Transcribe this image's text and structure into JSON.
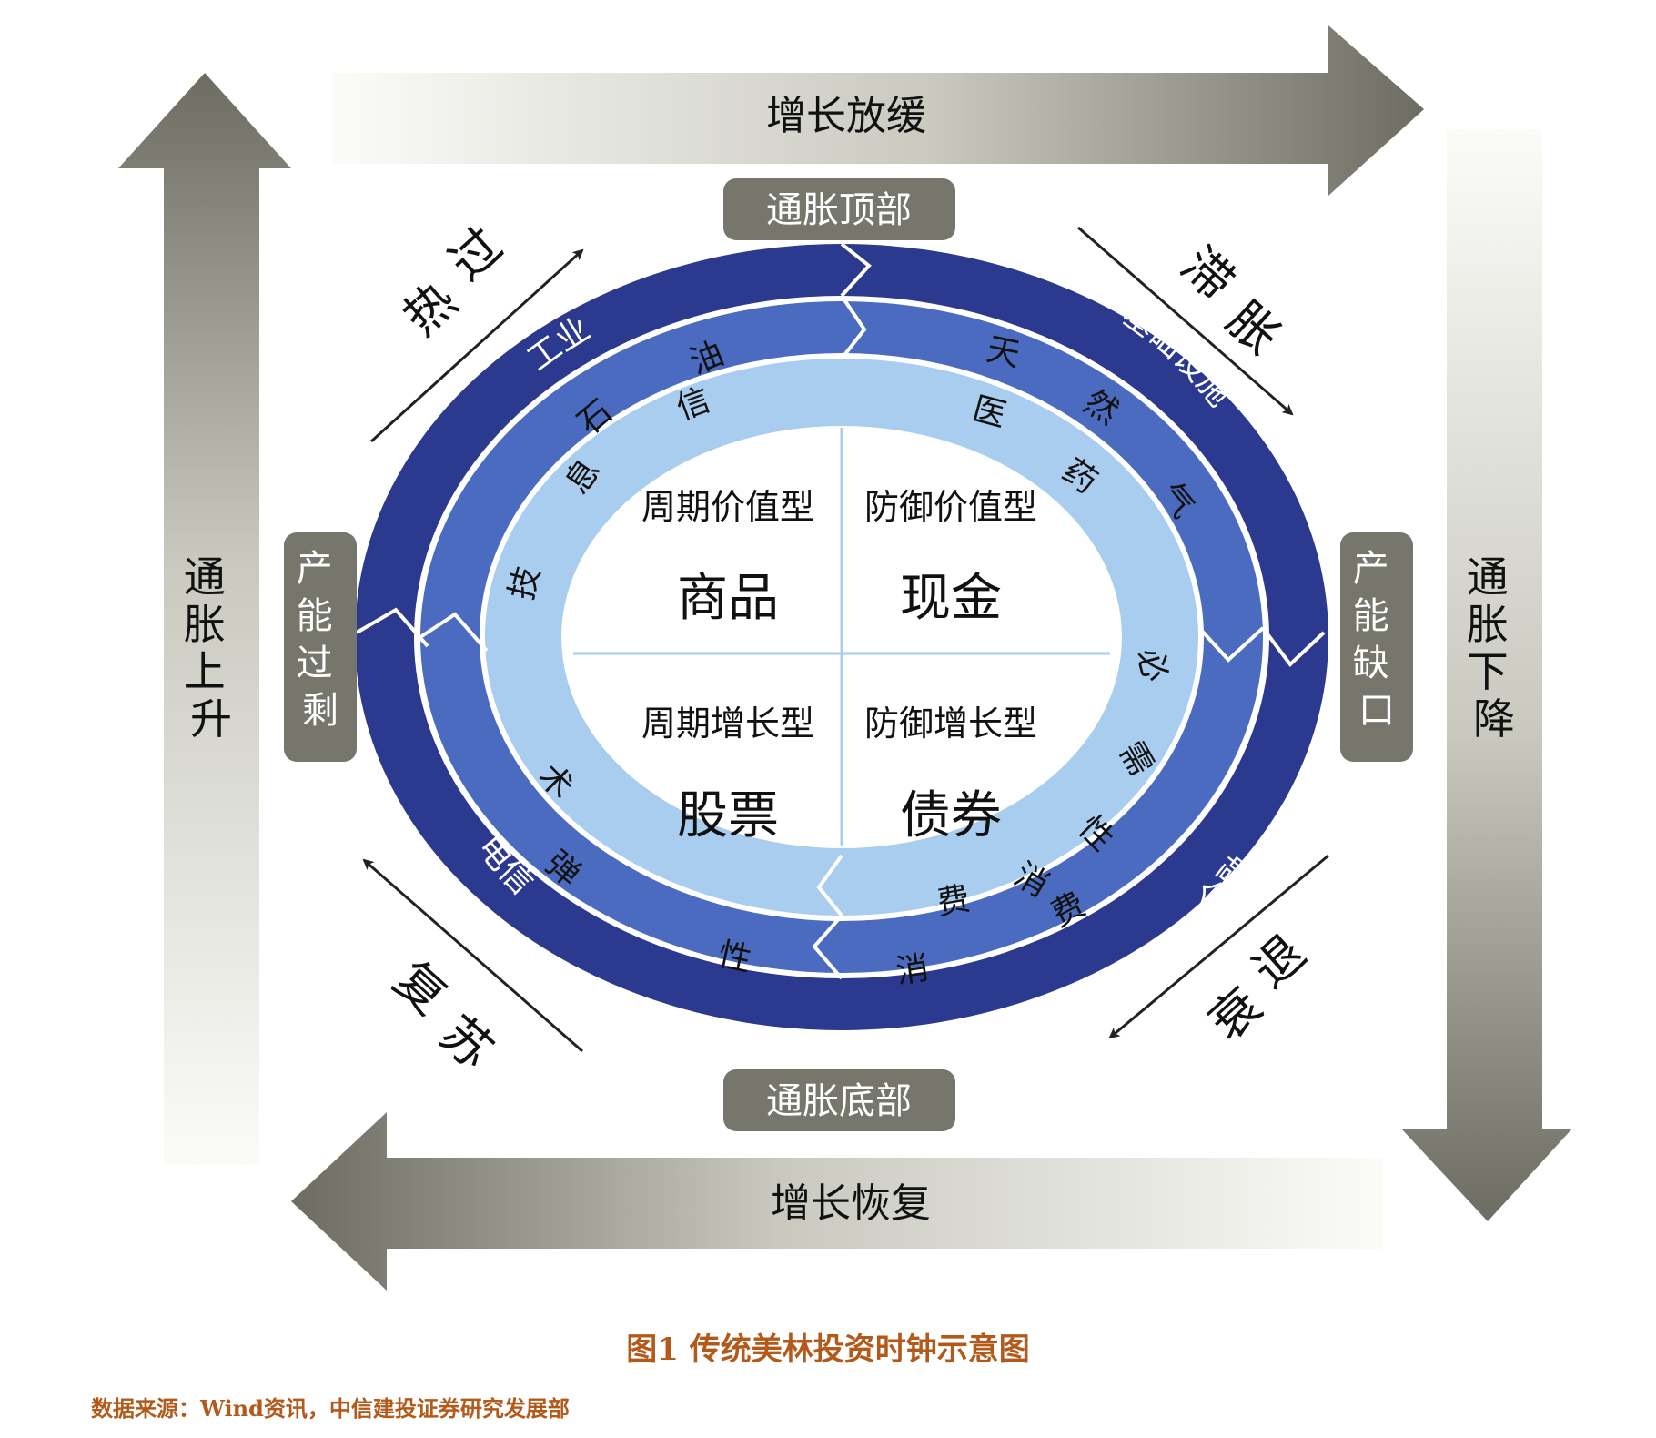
{
  "arrows": {
    "top": "增长放缓",
    "bottom": "增长恢复",
    "left": [
      "通",
      "胀",
      "上",
      "升"
    ],
    "right": [
      "通",
      "胀",
      "下",
      "降"
    ]
  },
  "boxes": {
    "top": "通胀顶部",
    "bottom": "通胀底部",
    "left": [
      "产",
      "能",
      "过",
      "剩"
    ],
    "right": [
      "产",
      "能",
      "缺",
      "口"
    ]
  },
  "phases": {
    "overheat": [
      "过",
      "热"
    ],
    "stagflation": [
      "滞",
      "胀"
    ],
    "recovery": [
      "复",
      "苏"
    ],
    "recession": [
      "衰",
      "退"
    ]
  },
  "quadrants": {
    "top_left": {
      "type": "周期价值型",
      "asset": "商品"
    },
    "top_right": {
      "type": "防御价值型",
      "asset": "现金"
    },
    "bottom_left": {
      "type": "周期增长型",
      "asset": "股票"
    },
    "bottom_right": {
      "type": "防御增长型",
      "asset": "债券"
    }
  },
  "ring_outer": {
    "industry": "工业",
    "infrastructure": "基础设施",
    "telecom": "电信",
    "finance": "金融"
  },
  "ring_middle": {
    "oil": [
      "石",
      "油"
    ],
    "gas": [
      "天",
      "然",
      "气"
    ],
    "elastic_consumer": [
      "弹",
      "性",
      "消",
      "费"
    ]
  },
  "ring_inner": {
    "it": [
      "信",
      "息",
      "技",
      "术"
    ],
    "pharma": [
      "医",
      "药"
    ],
    "staples": [
      "必",
      "需",
      "性",
      "消",
      "费"
    ]
  },
  "caption": "图1 传统美林投资时钟示意图",
  "source": "数据来源：Wind资讯，中信建投证券研究发展部",
  "colors": {
    "ring_outer": "#2b3a8e",
    "ring_middle": "#4a6bbf",
    "ring_inner": "#a9cdef",
    "arrow_dark": "#6e6e64",
    "arrow_light": "#f2f2ee",
    "box": "#76766d",
    "caption": "#b35a1b"
  }
}
